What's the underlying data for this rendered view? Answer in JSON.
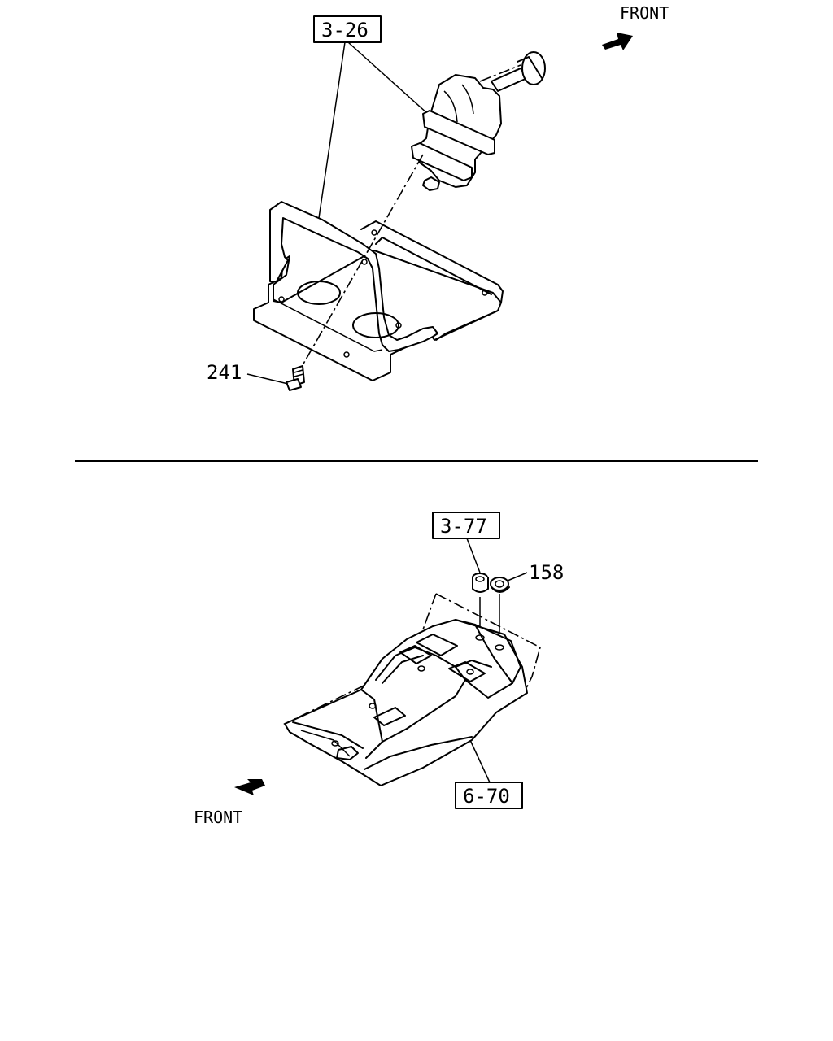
{
  "callouts": {
    "ref_top": "3-26",
    "ref_mid": "3-77",
    "ref_bottom": "6-70",
    "part_241": "241",
    "part_158": "158"
  },
  "direction": {
    "front_top": "FRONT",
    "front_bottom": "FRONT"
  }
}
